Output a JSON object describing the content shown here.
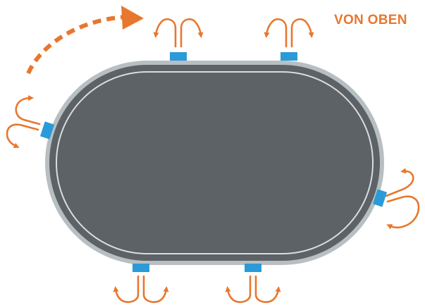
{
  "diagram": {
    "title": "VON OBEN",
    "colors": {
      "accent": "#e8772e",
      "table": "#5c6265",
      "rim": "#b8bfc2",
      "inner_line": "#d9dde0",
      "vent": "#2a9bd8"
    },
    "icons": {
      "rotation": "dashed-curved-arrow",
      "airflow": "split-airflow-arrow",
      "vent": "vent-outlet"
    },
    "vent_count": 6
  }
}
